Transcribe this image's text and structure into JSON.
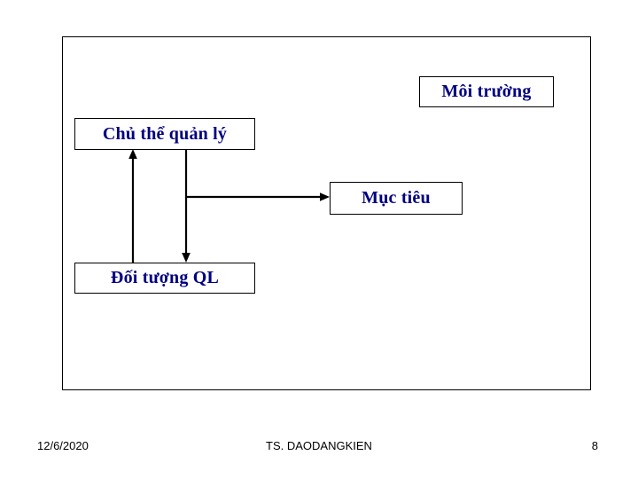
{
  "slide": {
    "background_color": "#ffffff",
    "frame_color": "#000000",
    "accent_text_color": "#000080"
  },
  "diagram": {
    "nodes": [
      {
        "id": "moi-truong",
        "label": "Môi trường"
      },
      {
        "id": "chu-the-quan-ly",
        "label": "Chủ thể quản lý"
      },
      {
        "id": "muc-tieu",
        "label": "Mục tiêu"
      },
      {
        "id": "doi-tuong-ql",
        "label": "Đối tượng QL"
      }
    ],
    "connectors": [
      {
        "id": "arrow-up-to-chu-the",
        "direction": "up",
        "from": "doi-tuong-ql",
        "to": "chu-the-quan-ly"
      },
      {
        "id": "arrow-down-to-doi-tuong",
        "direction": "down",
        "from": "chu-the-quan-ly",
        "to": "doi-tuong-ql"
      },
      {
        "id": "arrow-right-to-muc-tieu",
        "direction": "right",
        "from": "chu-the-quan-ly",
        "to": "muc-tieu"
      }
    ]
  },
  "footer": {
    "date": "12/6/2020",
    "author": "TS. DAODANGKIEN",
    "page_number": "8"
  }
}
